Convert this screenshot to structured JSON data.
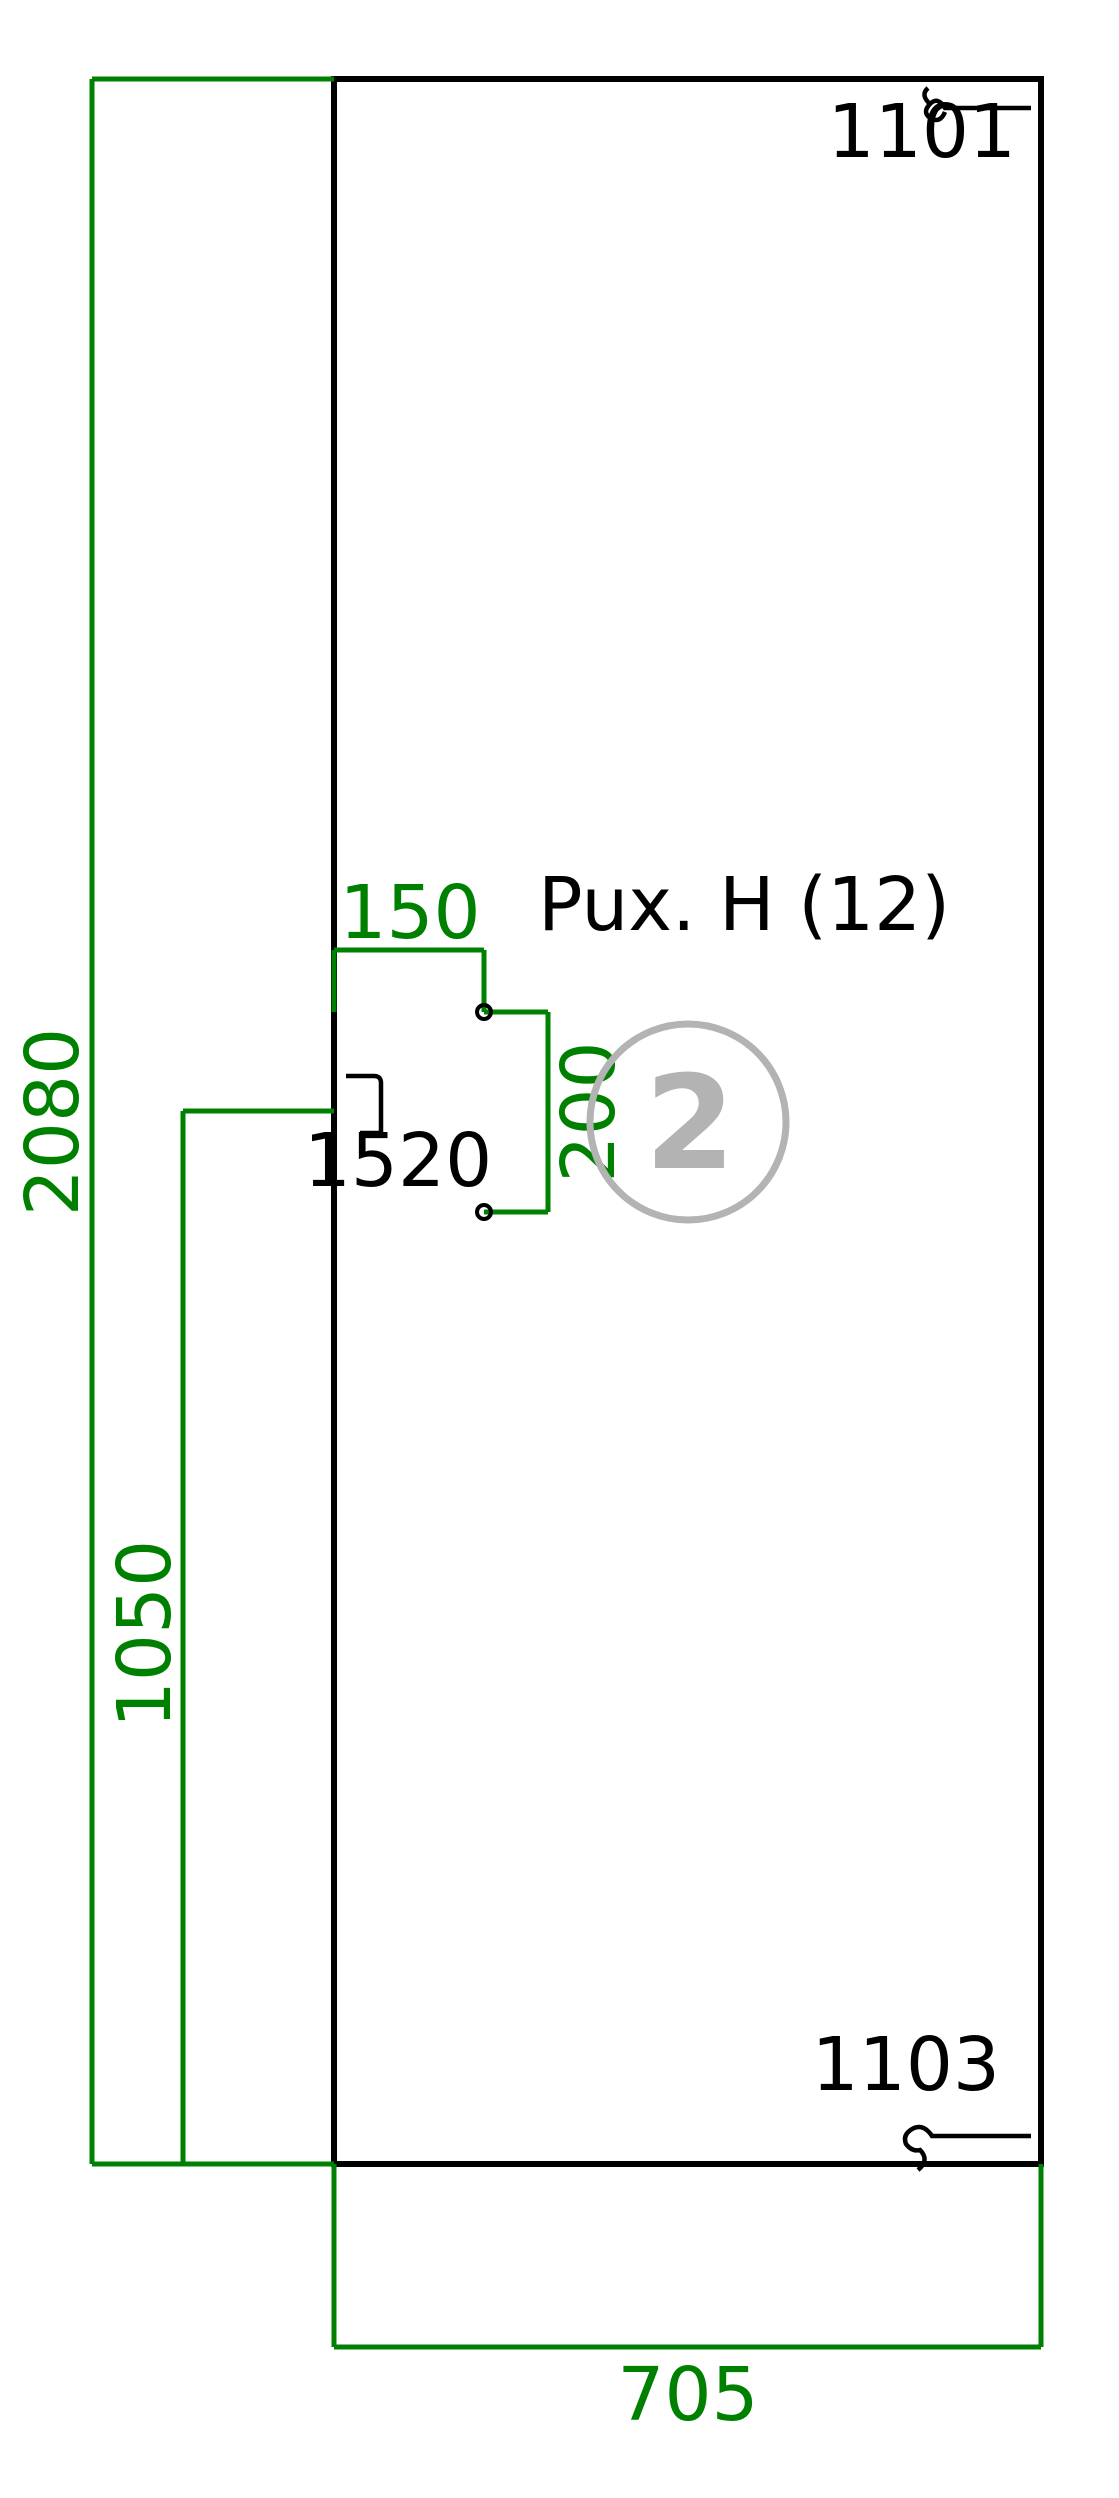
{
  "drawing": {
    "title": "Pux. H (12)",
    "badge": "2",
    "colors": {
      "dimension": "#008000",
      "outline": "#000000",
      "badge": "#b3b3b3",
      "background": "#ffffff"
    }
  },
  "dimensions": {
    "overall_height": "2080",
    "handle_height": "1050",
    "overall_width": "705",
    "handle_offset": "150",
    "handle_spacing": "200"
  },
  "hardware": {
    "hinge_top": "1101",
    "hinge_bottom": "1103",
    "handle": "1520"
  }
}
